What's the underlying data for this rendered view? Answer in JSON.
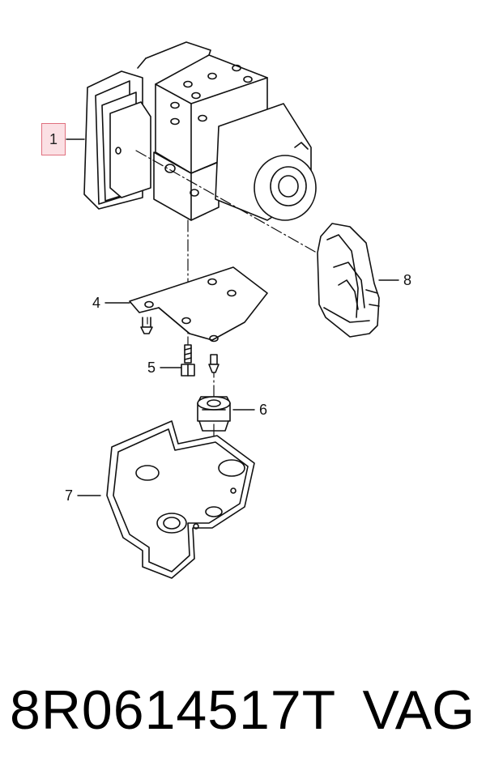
{
  "callouts": {
    "c1": "1",
    "c4": "4",
    "c5": "5",
    "c6": "6",
    "c7": "7",
    "c8": "8"
  },
  "footer": {
    "part_number": "8R0614517T",
    "brand": "VAG"
  },
  "colors": {
    "highlight_fill": "#fbe0e4",
    "highlight_border": "#e0707e",
    "line": "#111111"
  }
}
